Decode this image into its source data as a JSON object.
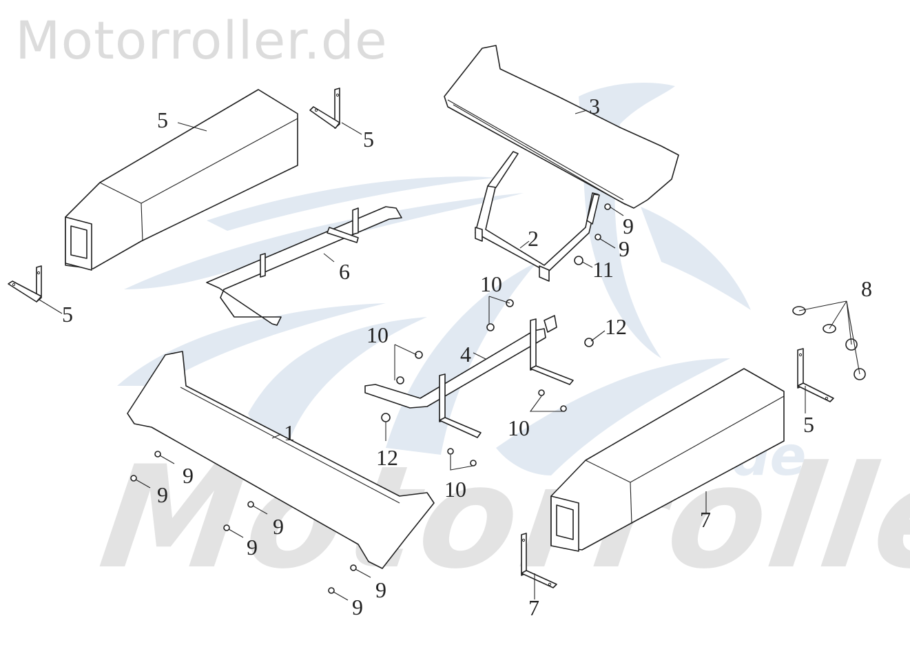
{
  "watermarks": {
    "top_left": "Motorroller.de",
    "bottom_main": "Motorroller",
    "bottom_suffix": ".de",
    "colors": {
      "grey": "#dcdcdc",
      "blue": "#e1e9f2"
    }
  },
  "diagram": {
    "type": "exploded parts diagram",
    "callouts": [
      {
        "id": "c1",
        "label": "1",
        "part": "front cover / bumper"
      },
      {
        "id": "c2",
        "label": "2",
        "part": "U bracket"
      },
      {
        "id": "c3",
        "label": "3",
        "part": "rear cover"
      },
      {
        "id": "c4",
        "label": "4",
        "part": "lower mounting bar"
      },
      {
        "id": "c5a",
        "label": "5",
        "part": "L bracket"
      },
      {
        "id": "c5b",
        "label": "5",
        "part": "L bracket"
      },
      {
        "id": "c5c",
        "label": "5",
        "part": "L bracket"
      },
      {
        "id": "c5d",
        "label": "5",
        "part": "L bracket"
      },
      {
        "id": "c6",
        "label": "6",
        "part": "upper mounting bar"
      },
      {
        "id": "c7a",
        "label": "7",
        "part": "side box tube (left)"
      },
      {
        "id": "c7b",
        "label": "7",
        "part": "side box tube (right)"
      },
      {
        "id": "c8",
        "label": "8",
        "part": "hex nut (x4)"
      },
      {
        "id": "c9a",
        "label": "9",
        "part": "screw"
      },
      {
        "id": "c9b",
        "label": "9",
        "part": "screw"
      },
      {
        "id": "c9c",
        "label": "9",
        "part": "clip"
      },
      {
        "id": "c9d",
        "label": "9",
        "part": "clip"
      },
      {
        "id": "c9e",
        "label": "9",
        "part": "clip"
      },
      {
        "id": "c9f",
        "label": "9",
        "part": "clip"
      },
      {
        "id": "c9g",
        "label": "9",
        "part": "clip"
      },
      {
        "id": "c9h",
        "label": "9",
        "part": "clip"
      },
      {
        "id": "c10a",
        "label": "10",
        "part": "bolt"
      },
      {
        "id": "c10b",
        "label": "10",
        "part": "bolt"
      },
      {
        "id": "c10c",
        "label": "10",
        "part": "bolt"
      },
      {
        "id": "c10d",
        "label": "10",
        "part": "bolt"
      },
      {
        "id": "c11",
        "label": "11",
        "part": "flange bolt"
      },
      {
        "id": "c12a",
        "label": "12",
        "part": "flange bolt"
      },
      {
        "id": "c12b",
        "label": "12",
        "part": "flange bolt"
      }
    ]
  }
}
